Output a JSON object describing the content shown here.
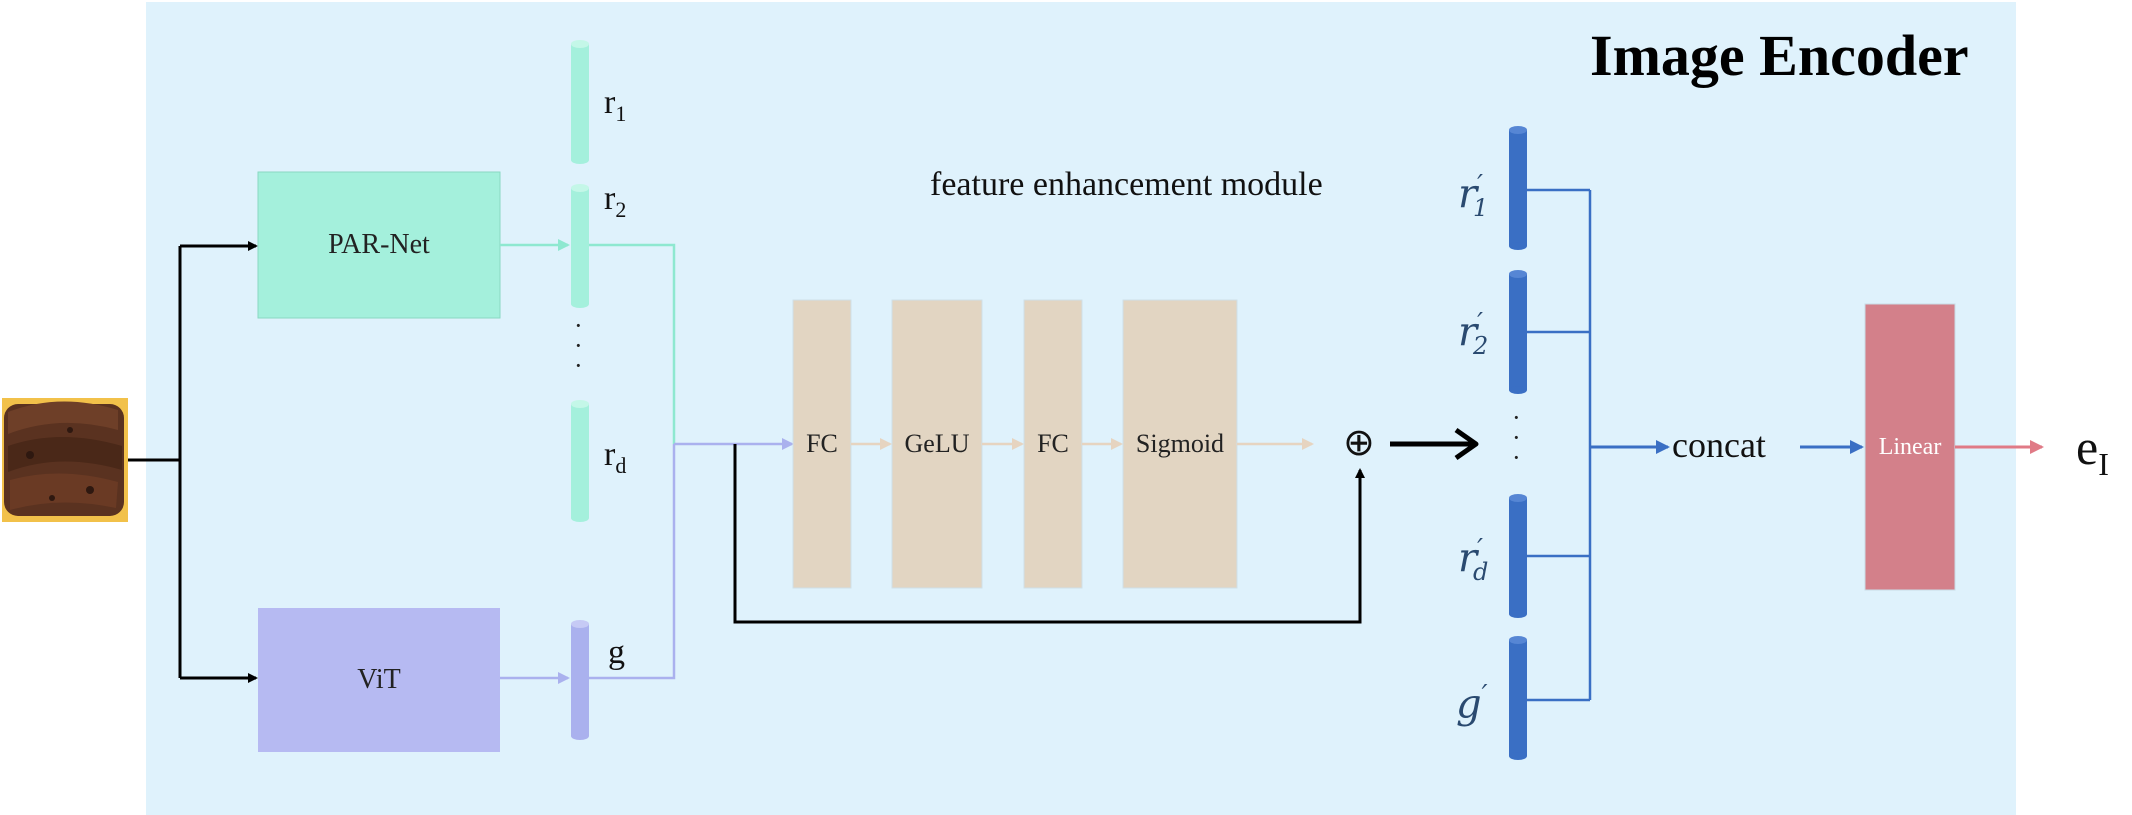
{
  "title": "Image Encoder",
  "module_caption": "feature enhancement module",
  "blocks": {
    "parnet": "PAR-Net",
    "vit": "ViT",
    "fc1": "FC",
    "gelu": "GeLU",
    "fc2": "FC",
    "sigmoid": "Sigmoid",
    "linear": "Linear"
  },
  "features_left": {
    "r1": "r",
    "r1_sub": "1",
    "r2": "r",
    "r2_sub": "2",
    "rd": "r",
    "rd_sub": "d",
    "g": "g",
    "dots": "·\n·\n·"
  },
  "features_right": {
    "r1": "r",
    "r1_sub": "1",
    "r2": "r",
    "r2_sub": "2",
    "rd": "r",
    "rd_sub": "d",
    "g": "g",
    "prime": "′",
    "dots": "·\n·\n·"
  },
  "oplus": "⊕",
  "concat": "concat",
  "output": "e",
  "output_sub": "I",
  "colors": {
    "background_panel": "#dff2fc",
    "parnet": "#a4f0dc",
    "vit": "#b6baf2",
    "fem_block": "#e2d5c2",
    "linear": "#d3808a",
    "blue_feature": "#3a6fc4",
    "teal_arrow": "#8ee8d0",
    "lilac_arrow": "#aab1ee",
    "beige_arrow": "#e6d4c0",
    "red_arrow": "#e07a86"
  }
}
